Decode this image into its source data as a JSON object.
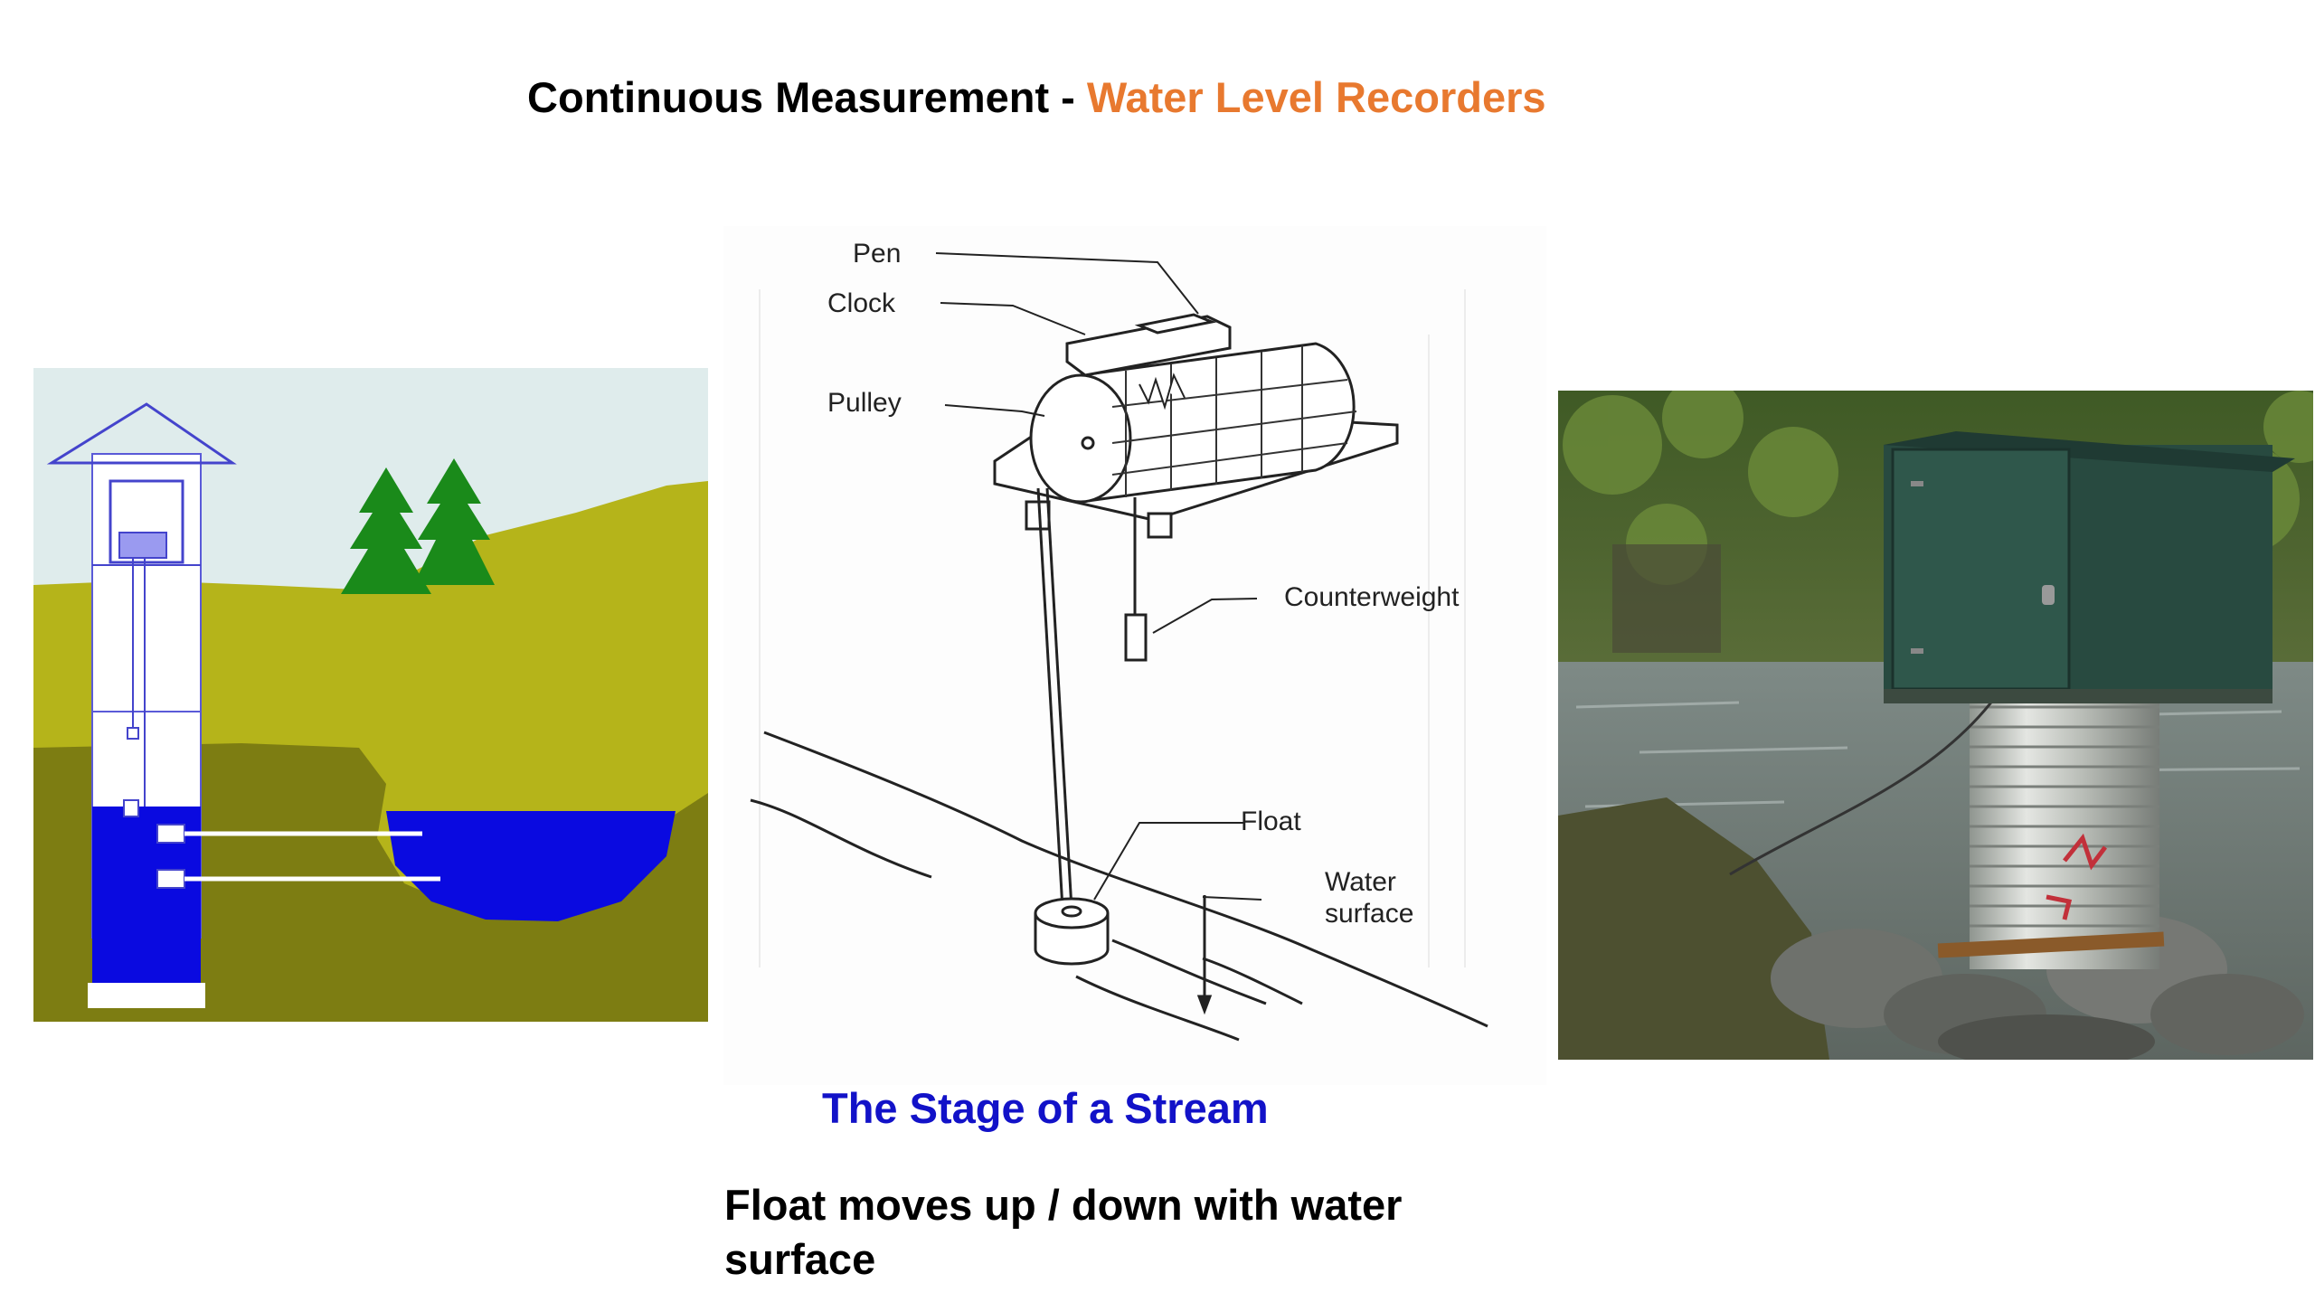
{
  "title": {
    "prefix": "Continuous Measurement - ",
    "accent": "Water Level Recorders"
  },
  "recorder_labels": {
    "pen": "Pen",
    "clock": "Clock",
    "pulley": "Pulley",
    "counterweight": "Counterweight",
    "float": "Float",
    "water_surface_line1": "Water",
    "water_surface_line2": "surface"
  },
  "caption": "The Stage of a Stream",
  "note": "Float moves up / down with water surface",
  "colors": {
    "accent": "#e8792f",
    "caption": "#1212c8",
    "sky": "#dfecec",
    "hill": "#b5b41a",
    "ground": "#7d7d12",
    "water": "#0a0ae0",
    "tree": "#1a8a1a"
  }
}
